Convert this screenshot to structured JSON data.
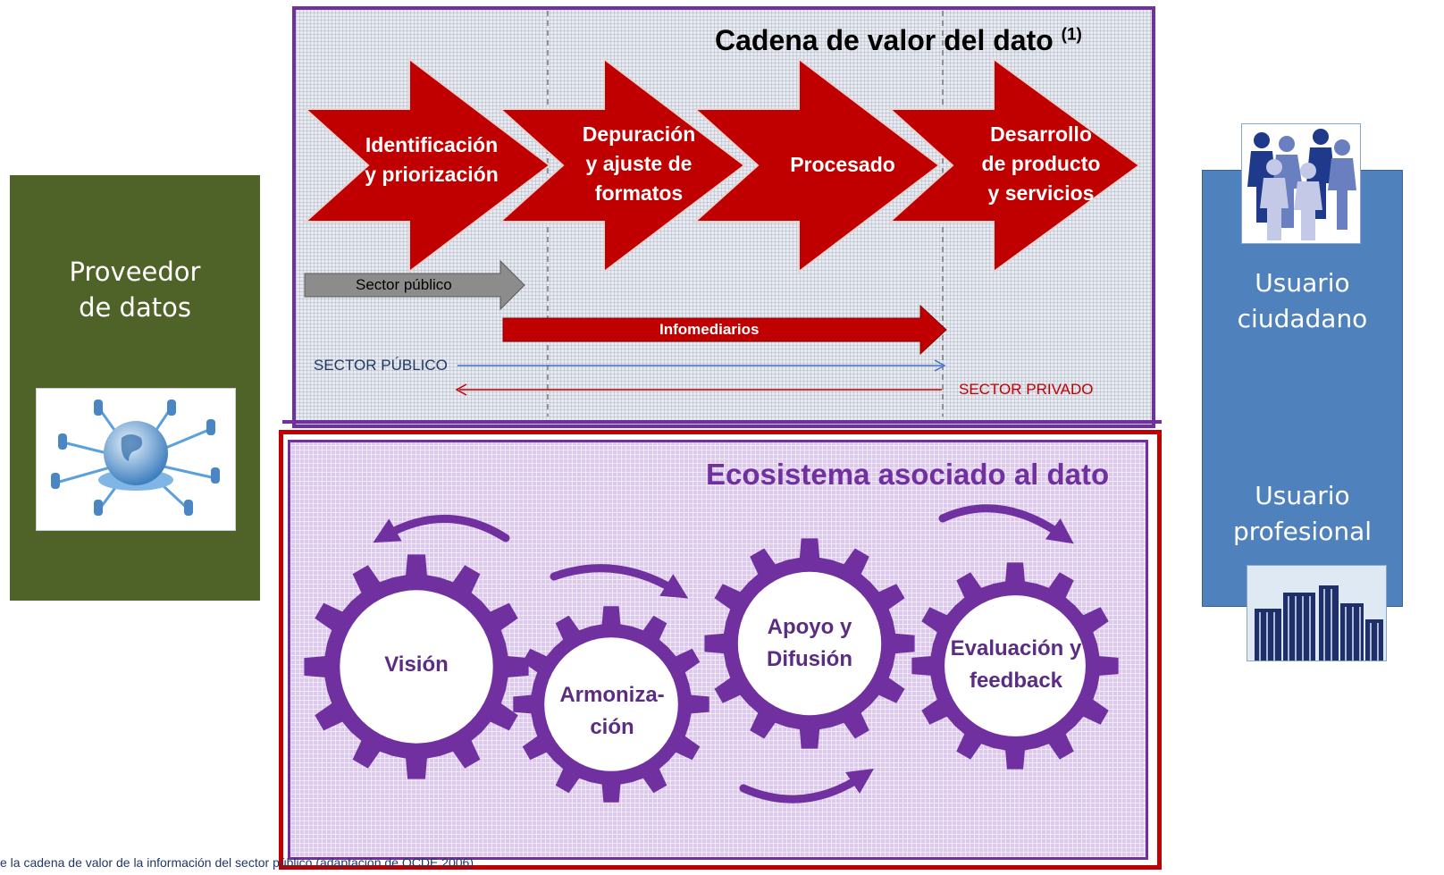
{
  "provider": {
    "label_line1": "Proveedor",
    "label_line2": "de datos",
    "image": "network-globe-icon"
  },
  "value_chain": {
    "title": "Cadena de valor del dato",
    "title_superscript": "(1)",
    "steps": [
      {
        "line1": "Identificación",
        "line2": "y priorización",
        "line3": ""
      },
      {
        "line1": "Depuración",
        "line2": "y ajuste de",
        "line3": "formatos"
      },
      {
        "line1": "Procesado",
        "line2": "",
        "line3": ""
      },
      {
        "line1": "Desarrollo",
        "line2": "de producto",
        "line3": "y servicios"
      }
    ],
    "sector_publico_arrow": "Sector público",
    "infomediarios_arrow": "Infomediarios",
    "public_sector_line": "SECTOR PÚBLICO",
    "private_sector_line": "SECTOR PRIVADO",
    "colors": {
      "chevron": "#c00000",
      "border": "#7030a0",
      "grey_arrow": "#8c8c8c",
      "public_line": "#4472c4",
      "private_line": "#c00000"
    }
  },
  "ecosystem": {
    "title": "Ecosistema asociado al dato",
    "gears": [
      {
        "line1": "Visión",
        "line2": ""
      },
      {
        "line1": "Armoniza-",
        "line2": "ción"
      },
      {
        "line1": "Apoyo y",
        "line2": "Difusión"
      },
      {
        "line1": "Evaluación y",
        "line2": "feedback"
      }
    ],
    "colors": {
      "gear": "#7030a0",
      "outer_border": "#c00000"
    }
  },
  "users": {
    "citizen_line1": "Usuario",
    "citizen_line2": "ciudadano",
    "pro_line1": "Usuario",
    "pro_line2": "profesional",
    "citizen_image": "people-group-icon",
    "pro_image": "buildings-icon",
    "color": "#4f81bd"
  },
  "footnote": "e la cadena de valor de la información del sector público (adaptación de OCDE 2006)"
}
